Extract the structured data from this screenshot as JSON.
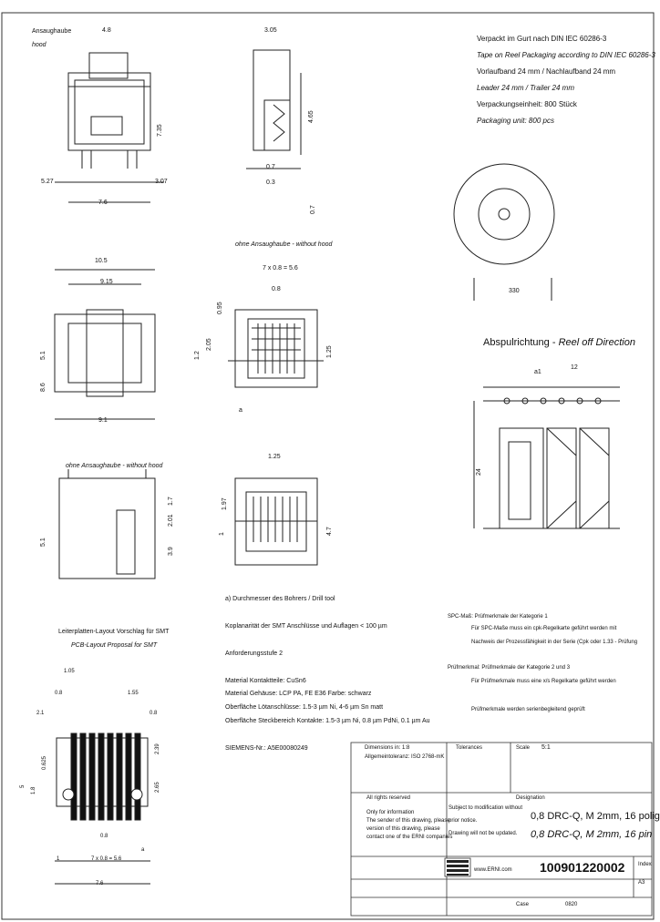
{
  "top": {
    "hood_label_de": "Ansaughaube",
    "hood_label_en": "hood",
    "dim_48": "4.8",
    "dim_305": "3.05",
    "dim_735": "7.35",
    "dim_465": "4.65",
    "dim_527": "5.27",
    "dim_76a": "7.6",
    "dim_307": "3.07",
    "dim_07": "0.7",
    "dim_03": "0.3",
    "dim_07b": "0.7"
  },
  "packaging": {
    "l1": "Verpackt im Gurt nach DIN IEC 60286-3",
    "l2": "Tape on Reel Packaging according to DIN IEC 60286-3",
    "l3": "Vorlaufband 24 mm / Nachlaufband 24 mm",
    "l4": "Leader 24 mm / Trailer 24 mm",
    "l5": "Verpackungseinheit: 800 Stück",
    "l6": "Packaging unit: 800 pcs",
    "reel_dia": "330",
    "direction_de": "Abspulrichtung",
    "direction_en": "Reel off Direction",
    "a1": "a1",
    "pitch": "12",
    "width": "24"
  },
  "mid": {
    "no_hood": "ohne Ansaughaube - without hood",
    "d105": "10.5",
    "d915": "9.15",
    "d51": "5.1",
    "d86": "8.6",
    "d91": "9.1",
    "d56": "7 x 0.8 = 5.6",
    "d08": "0.8",
    "d095": "0.95",
    "d205": "2.05",
    "d12": "1.2",
    "d125": "1.25",
    "d_a": "a"
  },
  "lower": {
    "no_hood": "ohne Ansaughaube - without hood",
    "d125": "1.25",
    "d197": "1.97",
    "d51": "5.1",
    "d17": "1.7",
    "d201": "2.01",
    "d39": "3.9",
    "d47": "4.7",
    "d1": "1"
  },
  "notes": {
    "drill": "a) Durchmesser des Bohrers / Drill tool",
    "coplanarity": "Koplanarität der SMT Anschlüsse und Auflagen < 100 µm",
    "req": "Anforderungsstufe 2",
    "material": "Material Kontaktteile: CuSn6",
    "housing": "Material Gehäuse: LCP PA, FE E36 Farbe: schwarz",
    "surface1": "Oberfläche Lötanschlüsse: 1.5-3 µm Ni, 4-6 µm Sn matt",
    "surface2": "Oberfläche Steckbereich Kontakte: 1.5-3 µm Ni, 0.8 µm PdNi, 0.1 µm Au",
    "siemens": "SIEMENS-Nr.: A5E00080249"
  },
  "spc": {
    "title": "SPC-Maß: Prüfmerkmale der Kategorie 1",
    "l1": "Für SPC-Maße muss ein cpk-Regelkarte geführt werden mit",
    "l2": "Nachweis der Prozessfähigkeit in der Serie (Cpk oder 1.33 - Prüfung",
    "l3": "Prüfmerkmal: Prüfmerkmale der Kategorie 2 und 3",
    "l4": "Für Prüfmerkmale muss eine x/s Regelkarte geführt werden",
    "l5": "Prüfmerkmale werden serienbegleitend geprüft"
  },
  "pcb": {
    "title_de": "Leiterplatten-Layout Vorschlag für SMT",
    "title_en": "PCB-Layout Proposal for SMT",
    "d105": "1.05",
    "d08": "0.8",
    "d155": "1.55",
    "d21": "2.1",
    "d08b": "0.8",
    "d239": "2.39",
    "d0625": "0.625",
    "d5": "5",
    "d18": "1.8",
    "d265": "2.65",
    "d08c": "0.8",
    "d1": "1",
    "d56": "7 x 0.8 = 5.6",
    "d76": "7.6",
    "d_a": "a"
  },
  "title_block": {
    "dims_label": "Dimensions in: 1:8",
    "general_tol": "Allgemeintoleranz: ISO 2768-mK",
    "tol_label": "Tolerances",
    "scale_label": "Scale",
    "scale": "5:1",
    "rights_de": "All rights reserved",
    "only_info": "Only for information",
    "info2": "The sender of this drawing, please",
    "info3": "version of this drawing, please",
    "info4": "contact one of the ERNI companies",
    "designation_label": "Designation",
    "subject": "Subject to modification without",
    "prior": "prior notice.",
    "drawing_not": "Drawing will not be updated.",
    "name_de": "0,8 DRC-Q, M 2mm, 16 polig",
    "name_en": "0,8 DRC-Q, M 2mm, 16 pin",
    "web": "www.ERNI.com",
    "part_no": "100901220002",
    "rev_label": "Index",
    "rev": "A3",
    "case_label": "Case",
    "case": "0820",
    "logo": "ERNI"
  }
}
